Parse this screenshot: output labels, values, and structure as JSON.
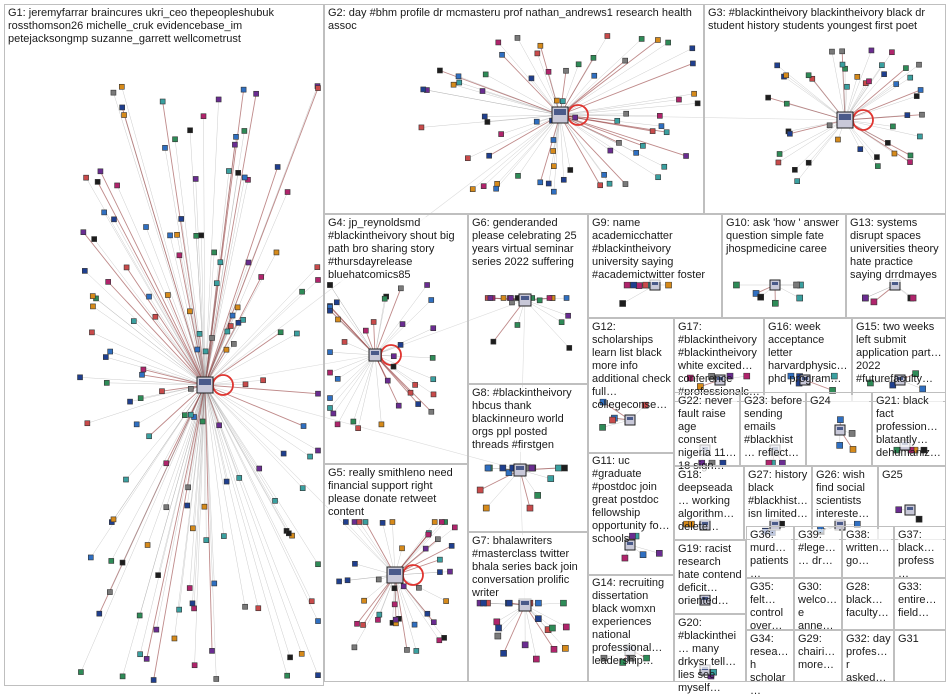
{
  "colors": {
    "border": "#bfbfbf",
    "edge": "#9a9a9a",
    "edge_strong": "#8b2a2a",
    "self_loop": "#e0342f",
    "node_palette": [
      "#1f3f8f",
      "#2f6fc1",
      "#2e8b57",
      "#6a2c91",
      "#b0246c",
      "#1d1d1d",
      "#c94a4a",
      "#3aa0a0",
      "#7a7a7a",
      "#d68a1a"
    ]
  },
  "groups": [
    {
      "id": "G1",
      "label": "G1: jeremyfarrar braincures ukri_ceo thepeopleshubuk rossthomson26 michelle_cruk evidencebase_im petejacksongmp suzanne_garrett wellcometrust"
    },
    {
      "id": "G2",
      "label": "G2: day #bhm profile dr mcmasteru prof nathan_andrews1 research health assoc"
    },
    {
      "id": "G3",
      "label": "G3: #blackintheivory blackintheivory black dr student history students youngest first poet"
    },
    {
      "id": "G4",
      "label": "G4: jp_reynoldsmd #blackintheivory shout big path bro sharing story #thursdayrelease bluehatcomics85"
    },
    {
      "id": "G6",
      "label": "G6: genderanded please celebrating 25 years virtual seminar series 2022 suffering"
    },
    {
      "id": "G9",
      "label": "G9: name academicchatter #blackintheivory university saying #academictwitter foster"
    },
    {
      "id": "G10",
      "label": "G10: ask 'how ' answer question simple fate jhospmedicine caree"
    },
    {
      "id": "G13",
      "label": "G13: systems disrupt spaces universities theory hate practice saying drrdmayes"
    },
    {
      "id": "G12",
      "label": "G12: scholarships learn list black more info additional check full collegeconse…"
    },
    {
      "id": "G17",
      "label": "G17: #blackintheivory #blackintheivory white excited conference #professionalc…"
    },
    {
      "id": "G16",
      "label": "G16: week acceptance letter harvardphysics phd program…"
    },
    {
      "id": "G15",
      "label": "G15: two weeks left submit application part 2022 #futurefaculty…"
    },
    {
      "id": "G8",
      "label": "G8: #blackintheivory hbcus thank blackinneuro world orgs ppl posted threads #firstgen"
    },
    {
      "id": "G22",
      "label": "G22: never fault raise age consent nigeria 11 18 sign…"
    },
    {
      "id": "G23",
      "label": "G23: before sending emails #blackhist… reflect…"
    },
    {
      "id": "G24",
      "label": "G24"
    },
    {
      "id": "G21",
      "label": "G21: black fact profession… blatantly dehumaniz…"
    },
    {
      "id": "G5",
      "label": "G5: really smithleno need financial support right please donate retweet content"
    },
    {
      "id": "G11",
      "label": "G11: uc #graduate #postdoc join great postdoc fellowship opportunity four schools"
    },
    {
      "id": "G18",
      "label": "G18: deepseada… working algorithm delete…"
    },
    {
      "id": "G27",
      "label": "G27: history black #blackhist… isn limited…"
    },
    {
      "id": "G26",
      "label": "G26: wish find social scientists interested…"
    },
    {
      "id": "G25",
      "label": "G25"
    },
    {
      "id": "G7",
      "label": "G7: bhalawriters #masterclass twitter bhala series back join conversation prolific writer"
    },
    {
      "id": "G19",
      "label": "G19: racist research hate contend deficit oriented…"
    },
    {
      "id": "G36",
      "label": "G36: murder patients…"
    },
    {
      "id": "G39",
      "label": "G39: #legen… dr…"
    },
    {
      "id": "G38",
      "label": "G38: written go…"
    },
    {
      "id": "G37",
      "label": "G37: black profess…"
    },
    {
      "id": "G14",
      "label": "G14: recruiting dissertation black womxn experiences national professional leadership…"
    },
    {
      "id": "G35",
      "label": "G35: felt control over…"
    },
    {
      "id": "G30",
      "label": "G30: welcome anne…"
    },
    {
      "id": "G28",
      "label": "G28: black faculty…"
    },
    {
      "id": "G33",
      "label": "G33: entire field…"
    },
    {
      "id": "G20",
      "label": "G20: #blackinthei… many drkysr tell lies see myself…"
    },
    {
      "id": "G34",
      "label": "G34: research scholar…"
    },
    {
      "id": "G29",
      "label": "G29: chairing more…"
    },
    {
      "id": "G32",
      "label": "G32: day professor asked…"
    },
    {
      "id": "G31",
      "label": "G31"
    }
  ]
}
